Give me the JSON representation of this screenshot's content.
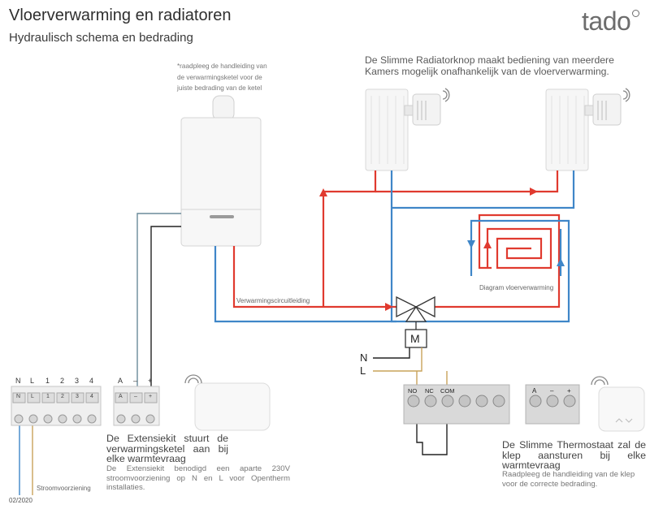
{
  "header": {
    "title": "Vloerverwarming en radiatoren",
    "subtitle": "Hydraulisch schema en bedrading",
    "logo": "tado"
  },
  "notes": {
    "boiler": "*raadpleeg de handleiding van de verwarmingsketel voor de juiste bedrading van de ketel",
    "radiators": "De Slimme Radiatorknop maakt bediening van meerdere Kamers mogelijk onafhankelijk van de vloerverwarming."
  },
  "labels": {
    "circuit": "Verwarmingscircuitleiding",
    "floor_diagram": "Diagram vloerverwarming",
    "valve_motor": "M",
    "wire_n": "N",
    "wire_l": "L",
    "power_supply": "Stroomvoorziening",
    "date": "02/2020"
  },
  "terminals": {
    "power_block": [
      "N",
      "L",
      "1",
      "2",
      "3",
      "4"
    ],
    "power_block_sub": [
      "N",
      "L",
      "1",
      "2",
      "3",
      "4"
    ],
    "ext_block": [
      "A",
      "–",
      "+"
    ],
    "ext_block_sub": [
      "A",
      "–",
      "+"
    ],
    "relay_block": [
      "NO",
      "NC",
      "COM"
    ],
    "thermo_block": [
      "A",
      "–",
      "+"
    ]
  },
  "captions": {
    "extension_main": "De Extensiekit stuurt de verwarmingsketel aan bij elke warmtevraag",
    "extension_sub": "De Extensiekit benodigd een aparte 230V stroomvoorziening op N en L voor Opentherm installaties.",
    "thermostat_main": "De Slimme Thermostaat zal de klep aansturen bij elke warmtevraag",
    "thermostat_sub": "Raadpleeg de handleiding van de klep voor de correcte bedrading."
  },
  "colors": {
    "hot_pipe": "#e03a2f",
    "cold_pipe": "#3f86c8",
    "wire_grey": "#6a8a9a",
    "wire_black": "#222222",
    "wire_tan": "#c9a35a"
  },
  "icons": [
    "boiler",
    "radiator",
    "radiator-knob",
    "three-way-valve",
    "extension-kit",
    "smart-thermostat",
    "wifi-icon"
  ]
}
